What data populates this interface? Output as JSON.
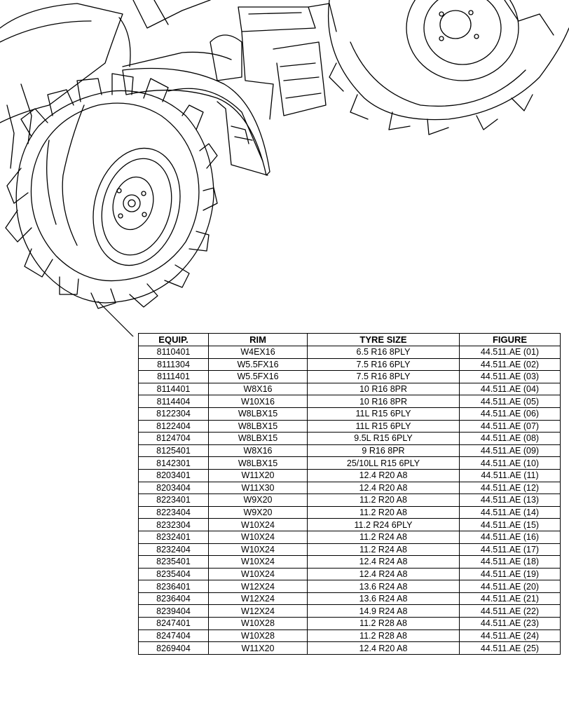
{
  "table": {
    "headers": [
      "EQUIP.",
      "RIM",
      "TYRE SIZE",
      "FIGURE"
    ],
    "rows": [
      [
        "8110401",
        "W4EX16",
        "6.5 R16 8PLY",
        "44.511.AE (01)"
      ],
      [
        "8111304",
        "W5.5FX16",
        "7.5 R16 6PLY",
        "44.511.AE (02)"
      ],
      [
        "8111401",
        "W5.5FX16",
        "7.5 R16 8PLY",
        "44.511.AE (03)"
      ],
      [
        "8114401",
        "W8X16",
        "10 R16 8PR",
        "44.511.AE (04)"
      ],
      [
        "8114404",
        "W10X16",
        "10 R16 8PR",
        "44.511.AE (05)"
      ],
      [
        "8122304",
        "W8LBX15",
        "11L R15 6PLY",
        "44.511.AE (06)"
      ],
      [
        "8122404",
        "W8LBX15",
        "11L R15 6PLY",
        "44.511.AE (07)"
      ],
      [
        "8124704",
        "W8LBX15",
        "9.5L R15 6PLY",
        "44.511.AE (08)"
      ],
      [
        "8125401",
        "W8X16",
        "9 R16 8PR",
        "44.511.AE (09)"
      ],
      [
        "8142301",
        "W8LBX15",
        "25/10LL R15 6PLY",
        "44.511.AE (10)"
      ],
      [
        "8203401",
        "W11X20",
        "12.4 R20 A8",
        "44.511.AE (11)"
      ],
      [
        "8203404",
        "W11X30",
        "12.4 R20 A8",
        "44.511.AE (12)"
      ],
      [
        "8223401",
        "W9X20",
        "11.2 R20 A8",
        "44.511.AE (13)"
      ],
      [
        "8223404",
        "W9X20",
        "11.2 R20 A8",
        "44.511.AE (14)"
      ],
      [
        "8232304",
        "W10X24",
        "11.2 R24 6PLY",
        "44.511.AE (15)"
      ],
      [
        "8232401",
        "W10X24",
        "11.2 R24 A8",
        "44.511.AE (16)"
      ],
      [
        "8232404",
        "W10X24",
        "11.2 R24 A8",
        "44.511.AE (17)"
      ],
      [
        "8235401",
        "W10X24",
        "12.4 R24 A8",
        "44.511.AE (18)"
      ],
      [
        "8235404",
        "W10X24",
        "12.4 R24 A8",
        "44.511.AE (19)"
      ],
      [
        "8236401",
        "W12X24",
        "13.6 R24 A8",
        "44.511.AE (20)"
      ],
      [
        "8236404",
        "W12X24",
        "13.6 R24 A8",
        "44.511.AE (21)"
      ],
      [
        "8239404",
        "W12X24",
        "14.9 R24 A8",
        "44.511.AE (22)"
      ],
      [
        "8247401",
        "W10X28",
        "11.2 R28 A8",
        "44.511.AE (23)"
      ],
      [
        "8247404",
        "W10X28",
        "11.2 R28 A8",
        "44.511.AE (24)"
      ],
      [
        "8269404",
        "W11X20",
        "12.4 R20 A8",
        "44.511.AE (25)"
      ]
    ]
  }
}
